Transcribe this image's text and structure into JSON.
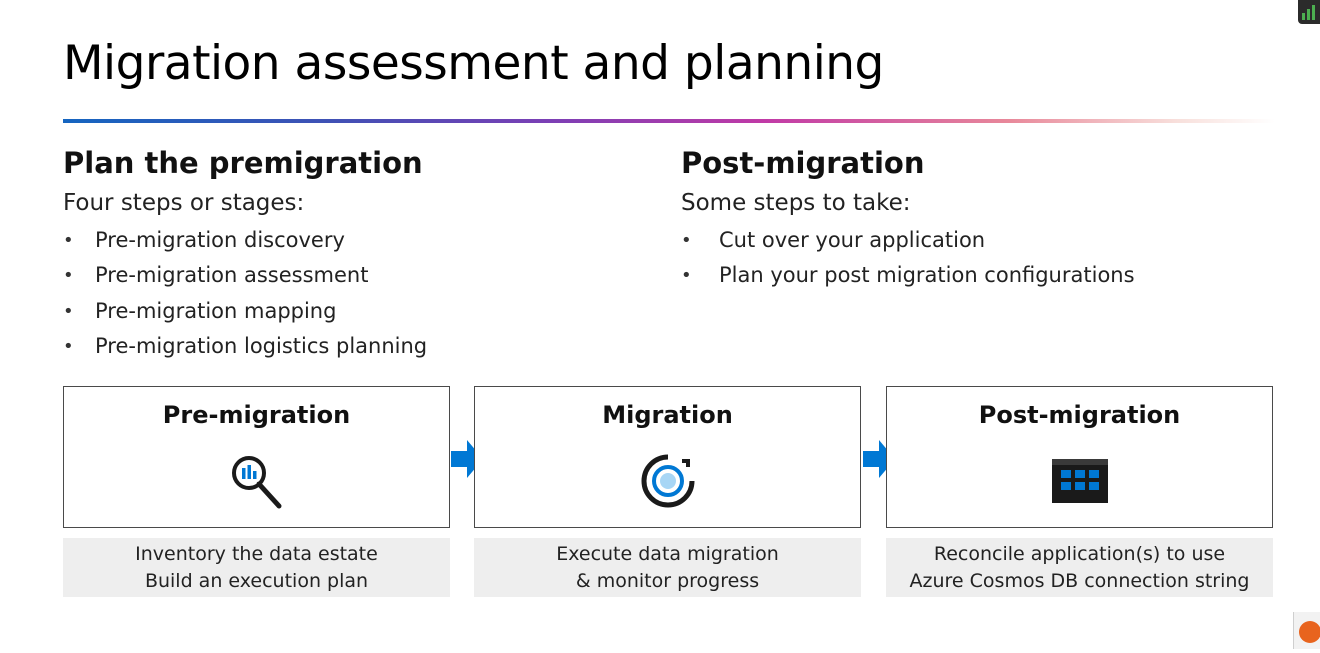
{
  "slide": {
    "title": "Migration assessment and planning"
  },
  "left": {
    "heading": "Plan the premigration",
    "intro": "Four steps or stages:",
    "items": [
      "Pre-migration discovery",
      "Pre-migration assessment",
      "Pre-migration mapping",
      "Pre-migration logistics planning"
    ]
  },
  "right": {
    "heading": "Post-migration",
    "intro": "Some steps to take:",
    "items": [
      "Cut over your application",
      "Plan your post migration configurations"
    ]
  },
  "stages": [
    {
      "title": "Pre-migration",
      "icon": "magnifier-chart-icon",
      "caption": [
        "Inventory the data estate",
        "Build an execution plan"
      ]
    },
    {
      "title": "Migration",
      "icon": "migration-sync-icon",
      "caption": [
        "Execute data migration",
        "& monitor progress"
      ]
    },
    {
      "title": "Post-migration",
      "icon": "app-window-grid-icon",
      "caption": [
        "Reconcile application(s) to use",
        "Azure Cosmos DB connection string"
      ]
    }
  ],
  "colors": {
    "accent_blue": "#0078d4",
    "icon_dark": "#1a1a1a",
    "caption_bg": "#eeeeee"
  }
}
